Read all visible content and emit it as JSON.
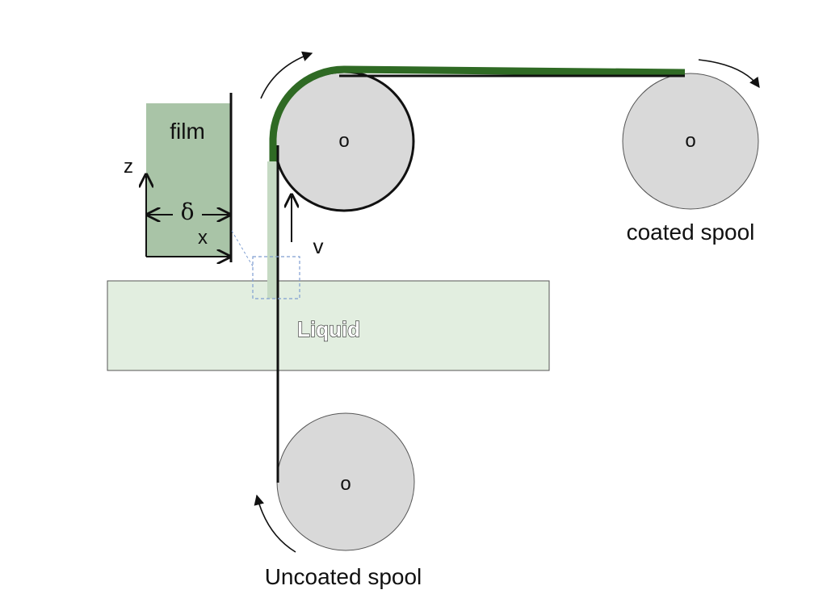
{
  "labels": {
    "film": "film",
    "z_axis": "z",
    "x_axis": "x",
    "delta": "δ",
    "velocity": "v",
    "liquid": "Liquid",
    "top_roller_center": "o",
    "coated_spool_center": "o",
    "uncoated_spool_center": "o",
    "coated_spool": "coated spool",
    "uncoated_spool": "Uncoated spool"
  },
  "colors": {
    "film_fill": "#a9c4a7",
    "film_fill_light": "#c5dac3",
    "coating_dark": "#2f6a24",
    "liquid_fill": "#e2eee0",
    "spool_fill": "#d9d9d9",
    "inset_box": "#7f9ed1"
  }
}
